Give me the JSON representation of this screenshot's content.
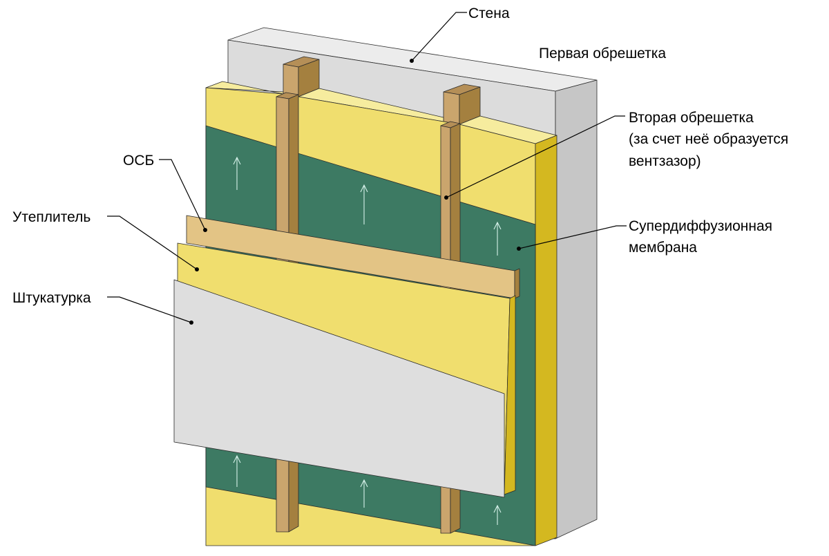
{
  "labels": {
    "wall": "Стена",
    "first_batten": "Первая обрешетка",
    "second_batten_line1": "Вторая обрешетка",
    "second_batten_line2": "(за счет неё образуется",
    "second_batten_line3": "вентзазор)",
    "membrane_line1": "Супердиффузионная",
    "membrane_line2": "мембрана",
    "osb": "ОСБ",
    "insulation": "Утеплитель",
    "plaster": "Штукатурка"
  },
  "colors": {
    "wall_front": "#dcdcdc",
    "wall_top": "#ececec",
    "wall_side": "#c6c6c6",
    "insulation_front": "#f0de6e",
    "insulation_top": "#f6ec9e",
    "insulation_side": "#d4b820",
    "membrane": "#3d7a63",
    "wood_front": "#caa56d",
    "wood_top": "#b58f57",
    "wood_side": "#a4803f",
    "osb_front": "#e3c485",
    "plaster_front": "#dedede"
  }
}
